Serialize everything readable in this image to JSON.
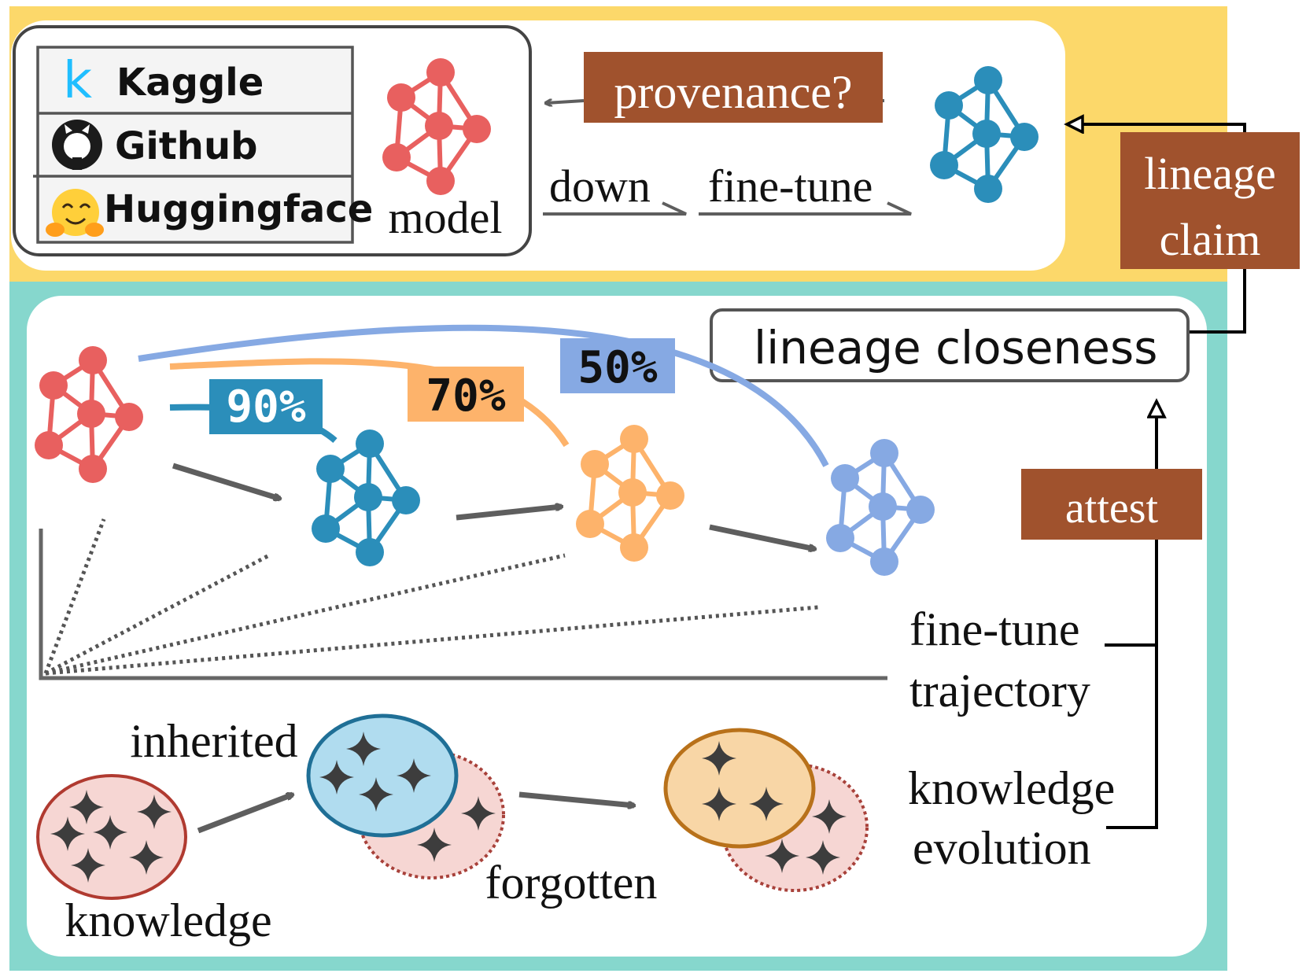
{
  "platforms": [
    {
      "name": "Kaggle",
      "icon": "kaggle-logo-icon"
    },
    {
      "name": "Github",
      "icon": "github-logo-icon"
    },
    {
      "name": "Huggingface",
      "icon": "hugging-face-emoji-icon"
    }
  ],
  "labels": {
    "model": "model",
    "provenance": "provenance?",
    "download": "down",
    "finetune_top": "fine-tune",
    "lineage_claim_line1": "lineage",
    "lineage_claim_line2": "claim",
    "lineage_closeness": "lineage closeness",
    "attest": "attest",
    "ft_traj_line1": "fine-tune",
    "ft_traj_line2": "trajectory",
    "ke_line1": "knowledge",
    "ke_line2": "evolution",
    "inherited": "inherited",
    "forgotten": "forgotten",
    "knowledge": "knowledge"
  },
  "percentages": [
    "90%",
    "70%",
    "50%"
  ],
  "colors": {
    "top_band": "#fcd86a",
    "bottom_band": "#86d7cd",
    "brown_box": "#a0522d",
    "red_model": "#e8605f",
    "teal_model": "#2b8eba",
    "orange_model": "#fdb36b",
    "blue_model": "#86a9e3",
    "arrow_gray": "#5e5e5e",
    "pink_fill": "#f6d6d3",
    "blue_fill": "#b0dcef",
    "orange_fill": "#f8d6a6"
  }
}
